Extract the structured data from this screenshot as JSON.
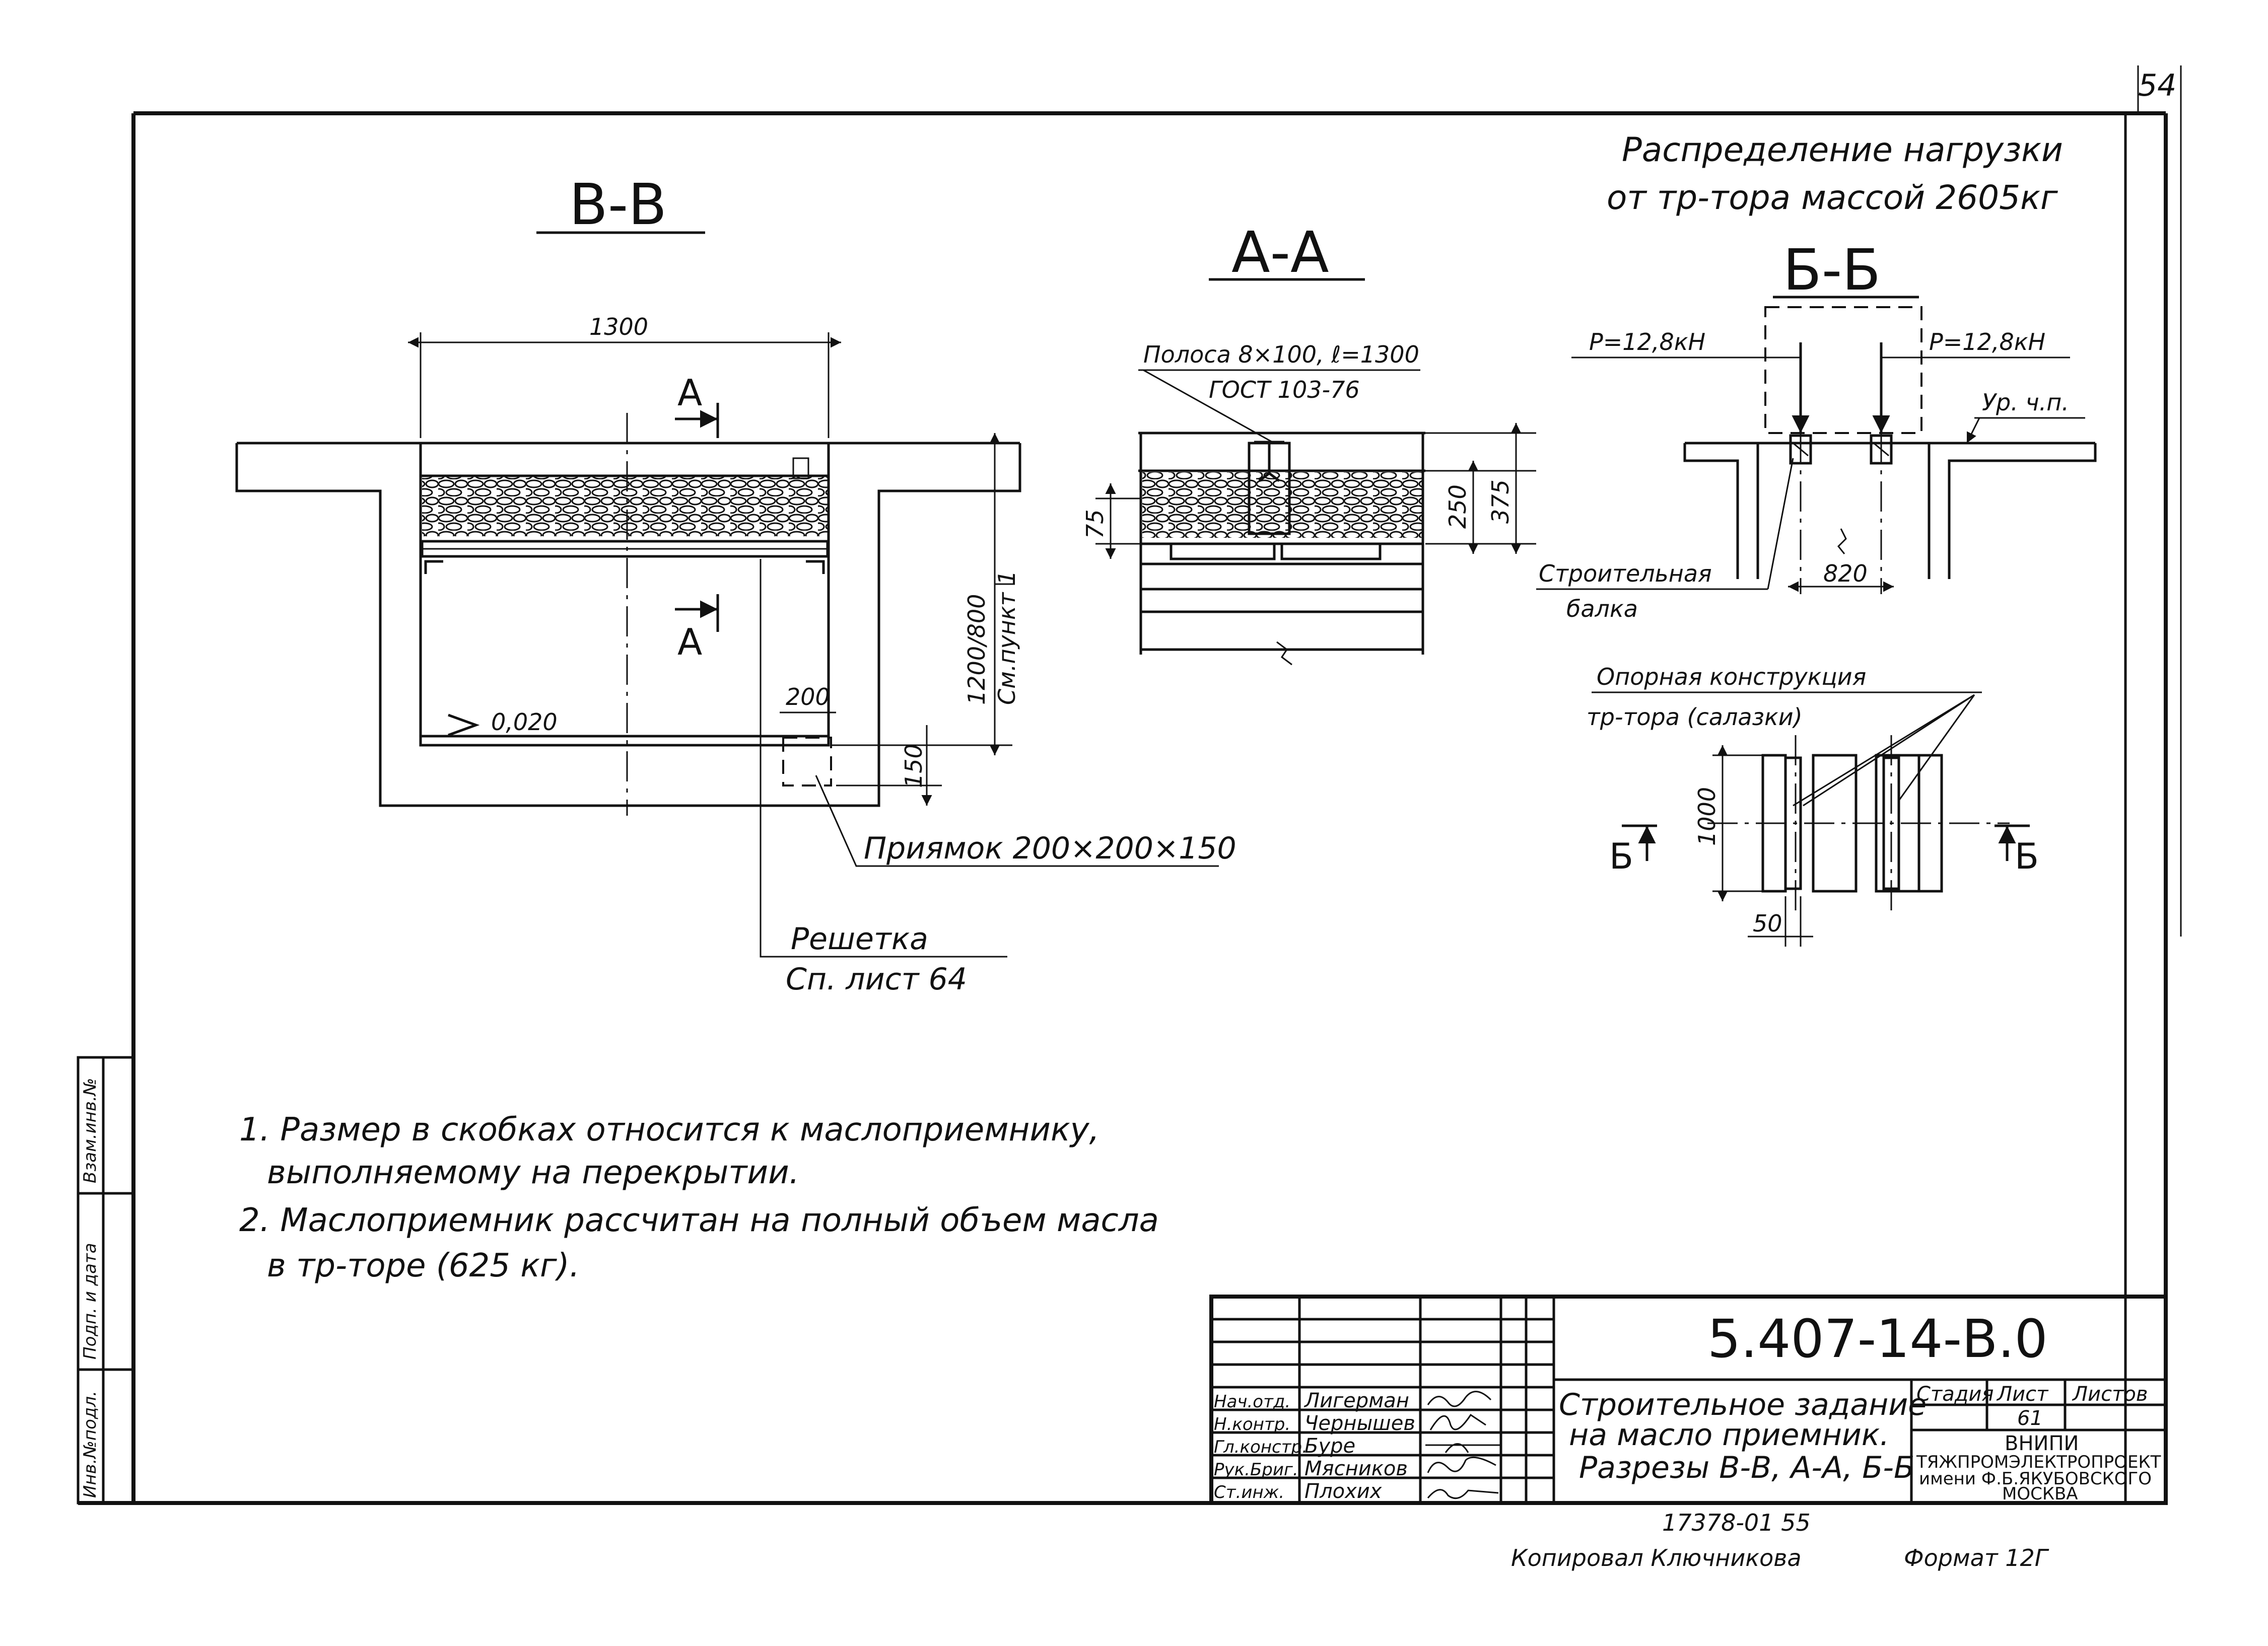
{
  "sections": {
    "vv": {
      "title": "В-В",
      "dim_width": "1300",
      "cut_a_top": "А",
      "cut_a_bottom": "А",
      "mark_level": "0,020",
      "dim_200": "200",
      "dim_150": "150",
      "dim_height": "1200/800",
      "dim_height_note": "См.пункт 1"
    },
    "aa": {
      "title": "А-А",
      "strip_line1": "Полоса 8×100, ℓ=1300",
      "strip_line2": "ГОСТ 103-76",
      "dim_75": "75",
      "dim_250": "250",
      "dim_375": "375"
    },
    "bb": {
      "title": "Б-Б",
      "load_left": "P=12,8кН",
      "load_right": "P=12,8кН",
      "floor_level": "Ур. ч.п.",
      "beam_line1": "Строительная",
      "beam_line2": "балка",
      "dim_820": "820"
    }
  },
  "labels": {
    "pit": "Приямок 200×200×150",
    "grate_line1": "Решетка",
    "grate_line2": "Сп. лист 64",
    "load_dist_line1": "Распределение нагрузки",
    "load_dist_line2": "от тр-тора массой 2605кг",
    "support_line1": "Опорная конструкция",
    "support_line2": "тр-тора (салазки)",
    "support_dim_1000": "1000",
    "support_dim_50": "50",
    "cut_b_left": "Б",
    "cut_b_right": "Б"
  },
  "notes": {
    "n1_line1": "1. Размер в скобках относится к маслоприемнику,",
    "n1_line2": "выполняемому на перекрытии.",
    "n2_line1": "2. Маслоприемник рассчитан на полный объем масла",
    "n2_line2": "в тр-торе (625 кг)."
  },
  "title_block": {
    "code": "5.407-14-В.0",
    "desc_line1": "Строительное задание",
    "desc_line2": "на масло приемник.",
    "desc_line3": "Разрезы В-В, А-А, Б-Б",
    "col_stage": "Стадия",
    "col_sheet": "Лист",
    "col_sheets": "Листов",
    "sheet_no": "61",
    "org_line1": "ВНИПИ",
    "org_line2": "ТЯЖПРОМЭЛЕКТРОПРОЕКТ",
    "org_line3": "имени Ф.Б.ЯКУБОВСКОГО",
    "org_line4": "МОСКВА",
    "staff": [
      {
        "role": "Нач.отд.",
        "name": "Лигерман"
      },
      {
        "role": "Н.контр.",
        "name": "Чернышев"
      },
      {
        "role": "Гл.констр.",
        "name": "Буре"
      },
      {
        "role": "Рук.Бриг.",
        "name": "Мясников"
      },
      {
        "role": "Ст.инж.",
        "name": "Плохих"
      }
    ]
  },
  "footer": {
    "order": "17378-01   55",
    "copied": "Копировал Ключникова",
    "format": "Формат 12Г"
  },
  "sheet_corner": "54",
  "side_stamp": {
    "inv": "Инв.№подл.",
    "sign": "Подп. и дата",
    "replace": "Взам.инв.№"
  }
}
